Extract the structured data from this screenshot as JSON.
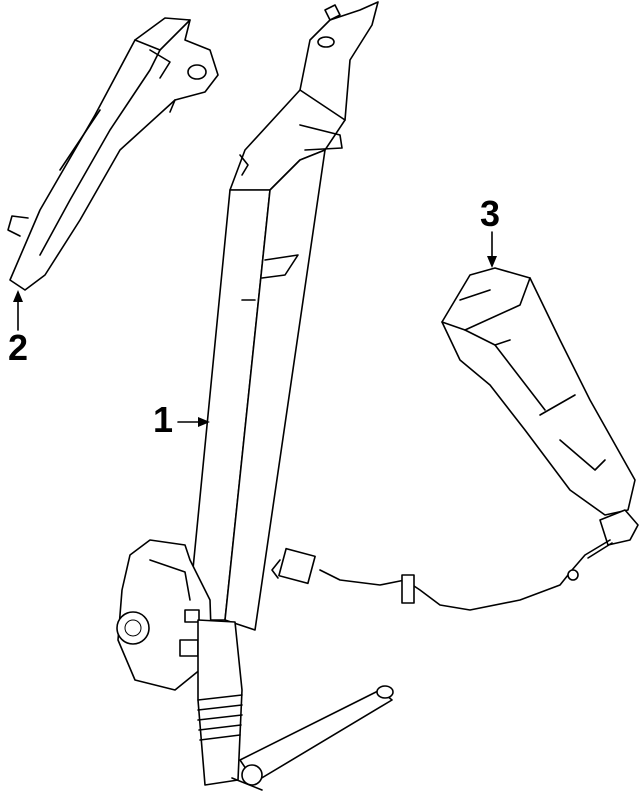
{
  "callouts": [
    {
      "id": "1",
      "label": "1"
    },
    {
      "id": "2",
      "label": "2"
    },
    {
      "id": "3",
      "label": "3"
    }
  ],
  "parts": {
    "seat_belt_assembly": "1",
    "height_adjuster": "2",
    "buckle": "3"
  }
}
